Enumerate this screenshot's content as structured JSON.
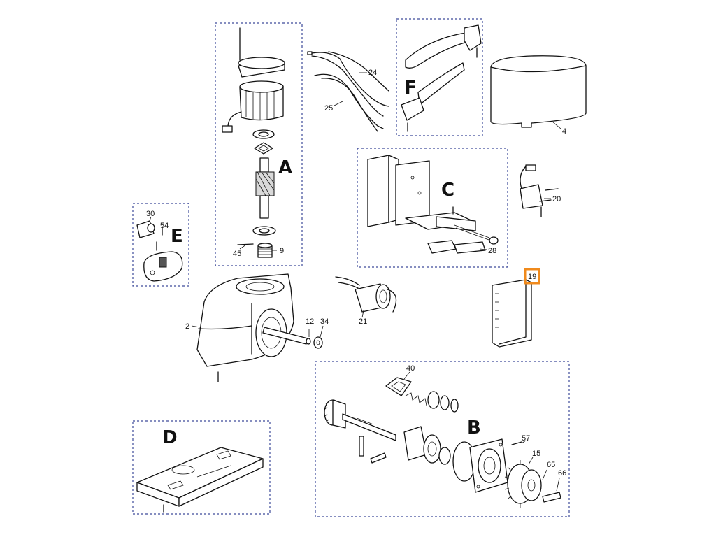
{
  "groups": {
    "A": "A",
    "B": "B",
    "C": "C",
    "D": "D",
    "E": "E",
    "F": "F"
  },
  "parts": {
    "p2": "2",
    "p4": "4",
    "p9": "9",
    "p12": "12",
    "p15": "15",
    "p19": "19",
    "p20": "20",
    "p21": "21",
    "p24": "24",
    "p25": "25",
    "p28": "28",
    "p30": "30",
    "p34": "34",
    "p40": "40",
    "p45": "45",
    "p54": "54",
    "p57": "57",
    "p65": "65",
    "p66": "66"
  },
  "highlight": {
    "part": "19",
    "color": "#f08a1c"
  }
}
